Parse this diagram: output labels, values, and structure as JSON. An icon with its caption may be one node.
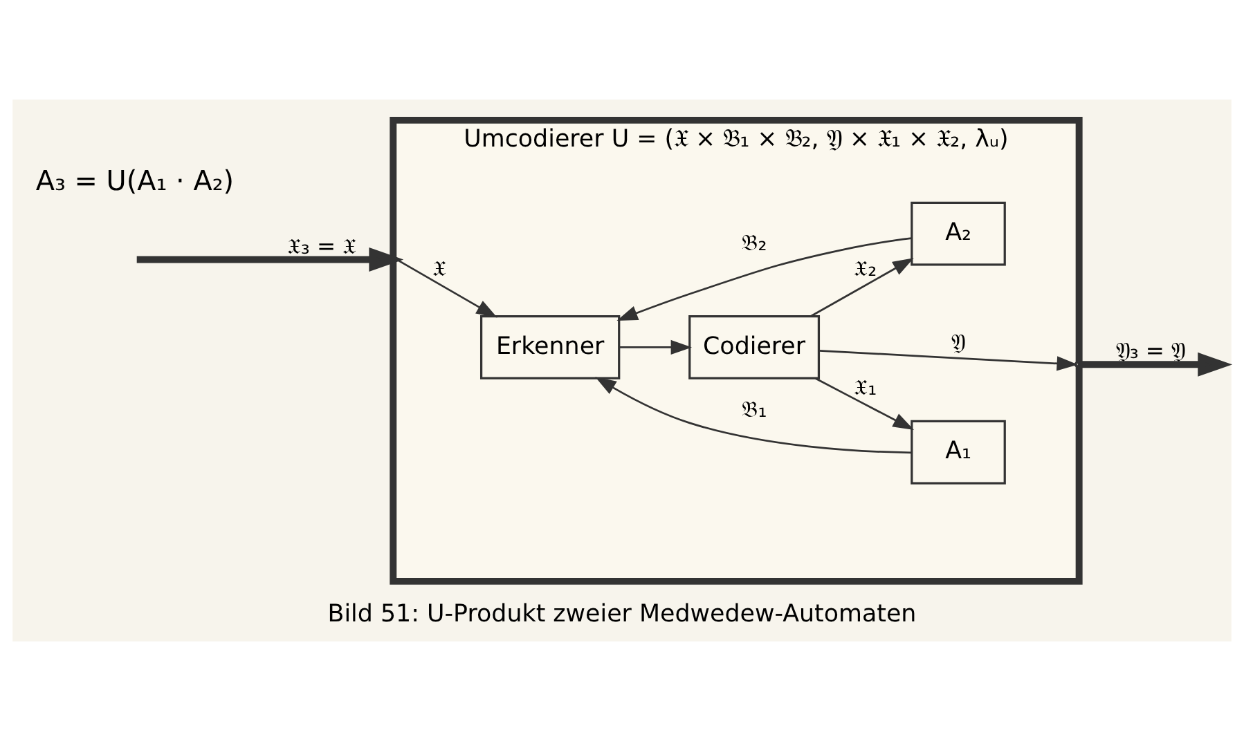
{
  "diagram": {
    "caption": "Bild 51: U-Produkt zweier Medwedew-Automaten",
    "nodes": [
      {
        "text": [
          "Umcodierer U = (𝔛 × 𝔅₁ × 𝔅₂, 𝔜 × 𝔛₁ × 𝔛₂, λᵤ)"
        ]
      },
      {
        "text": [
          "Erkenner"
        ],
        "in": 0
      },
      {
        "text": [
          "Codierer"
        ],
        "in": 0
      },
      {
        "text": [
          "A₂"
        ],
        "in": 0
      },
      {
        "text": [
          "A₁"
        ],
        "in": 0
      }
    ],
    "edges": [
      {
        "from": null,
        "to": 0,
        "arrow": "to",
        "style": "thick",
        "label": "𝔛₃ = 𝔛"
      },
      {
        "from": 0,
        "to": 1,
        "arrow": "to",
        "label": "𝔛"
      },
      {
        "from": 1,
        "to": 2,
        "arrow": "to"
      },
      {
        "from": 2,
        "to": 3,
        "arrow": "to",
        "label": "𝔛₂"
      },
      {
        "from": 2,
        "to": 4,
        "arrow": "to",
        "label": "𝔛₁"
      },
      {
        "from": 3,
        "to": 1,
        "arrow": "to",
        "label": "𝔅₂"
      },
      {
        "from": 4,
        "to": 1,
        "arrow": "to",
        "label": "𝔅₁"
      },
      {
        "from": 2,
        "to": 0,
        "arrow": "to",
        "label": "𝔜"
      },
      {
        "from": 0,
        "to": null,
        "arrow": "to",
        "style": "thick",
        "label": "𝔜₃ = 𝔜"
      }
    ],
    "labels": [
      "A₃ = U(A₁ · A₂)"
    ]
  }
}
